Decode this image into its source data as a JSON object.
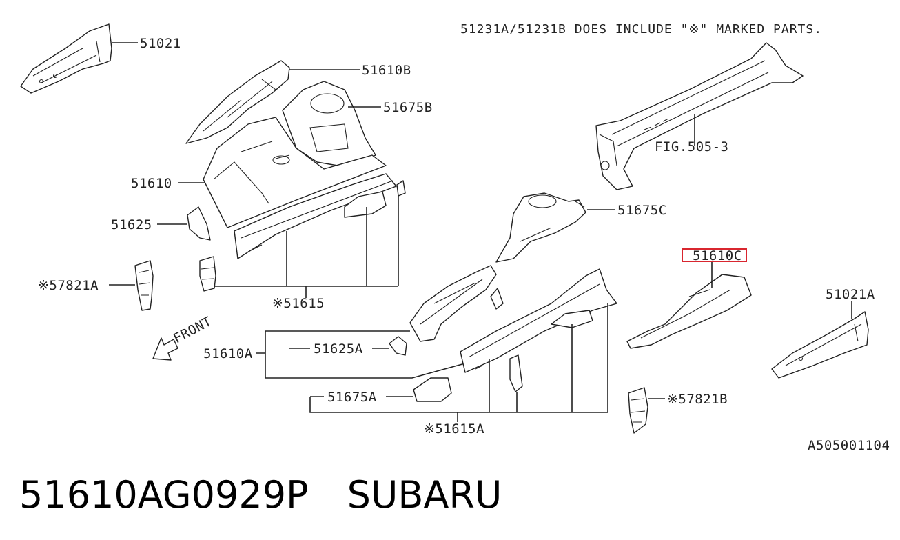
{
  "diagram": {
    "note": "51231A/51231B DOES INCLUDE \"※\" MARKED PARTS.",
    "front_label": "FRONT",
    "reference_code": "A505001104",
    "highlight_color": "#d9262f",
    "labels": {
      "p51021": "51021",
      "p51610B": "51610B",
      "p51675B": "51675B",
      "p51610": "51610",
      "p51625": "51625",
      "p57821A": "※57821A",
      "p51615": "※51615",
      "fig505": "FIG.505-3",
      "p51675C": "51675C",
      "p51610C": "51610C",
      "p51021A": "51021A",
      "p51610A": "51610A",
      "p51625A": "51625A",
      "p51675A": "51675A",
      "p51615A": "※51615A",
      "p57821B": "※57821B"
    }
  },
  "caption": {
    "part_number": "51610AG0929P",
    "brand": "SUBARU"
  }
}
